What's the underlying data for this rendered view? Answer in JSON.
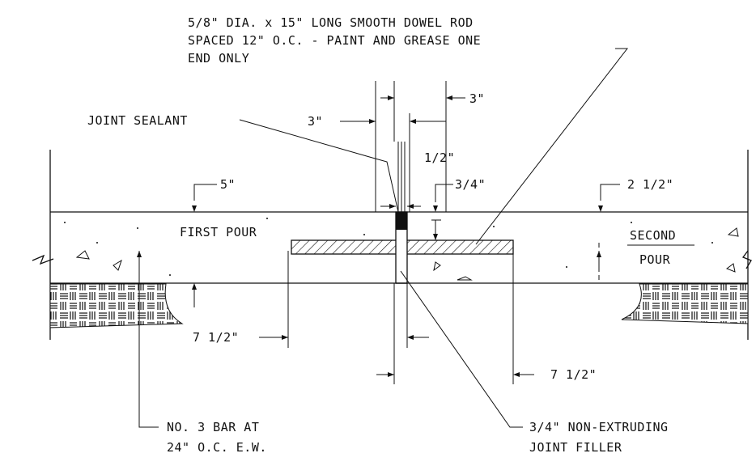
{
  "notes": {
    "dowel_line1": "5/8\" DIA. x 15\" LONG SMOOTH DOWEL ROD",
    "dowel_line2": "SPACED 12\" O.C. - PAINT AND GREASE ONE",
    "dowel_line3": "END ONLY",
    "joint_sealant": "JOINT SEALANT",
    "first_pour": "FIRST POUR",
    "second_pour_top": "SECOND",
    "second_pour_bottom": "POUR",
    "bar_line1": "NO. 3 BAR AT",
    "bar_line2": "24\" O.C. E.W.",
    "filler_line1": "3/4\" NON-EXTRUDING",
    "filler_line2": "JOINT FILLER"
  },
  "dimensions": {
    "dim_3_left": "3\"",
    "dim_3_right": "3\"",
    "dim_half": "1/2\"",
    "dim_three_quarter": "3/4\"",
    "dim_5": "5\"",
    "dim_2_half": "2 1/2\"",
    "dim_7_half_left": "7 1/2\"",
    "dim_7_half_right": "7 1/2\""
  },
  "colors": {
    "ink": "#111111",
    "background": "#ffffff"
  }
}
